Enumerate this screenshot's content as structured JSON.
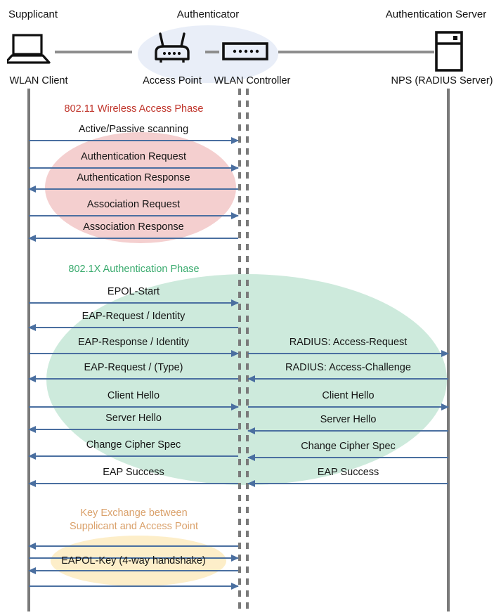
{
  "diagram": {
    "title": "802.1X / WPA2-Enterprise WLAN authentication sequence",
    "colors": {
      "arrow": "#4a6fa0",
      "lifeline": "#7a7a7a",
      "phase_red_fill": "#f4cfcf",
      "phase_green_fill": "#cdeadc",
      "phase_yellow_fill": "#fdeec9",
      "authenticator_fill": "#e9eef8",
      "heading_red": "#c0352b",
      "heading_green": "#3aab6e",
      "heading_orange": "#daa16b"
    }
  },
  "actors": {
    "supplicant": {
      "role": "Supplicant",
      "device": "WLAN Client",
      "icon": "laptop-icon"
    },
    "authenticator": {
      "role": "Authenticator"
    },
    "access_point": {
      "device": "Access Point",
      "icon": "wireless-router-icon"
    },
    "wlan_controller": {
      "device": "WLAN Controller",
      "icon": "network-switch-icon"
    },
    "auth_server": {
      "role": "Authentication Server",
      "device": "NPS (RADIUS Server)",
      "icon": "server-rack-icon"
    }
  },
  "phases": [
    {
      "id": "wireless-access",
      "heading": "802.11 Wireless Access Phase"
    },
    {
      "id": "dot1x-auth",
      "heading": "802.1X Authentication Phase"
    },
    {
      "id": "key-exchange",
      "heading_line1": "Key Exchange between",
      "heading_line2": "Supplicant and Access Point"
    }
  ],
  "messages": {
    "left_segment": [
      {
        "label": "Active/Passive scanning",
        "direction": "right",
        "phase": "wireless-access"
      },
      {
        "label": "Authentication Request",
        "direction": "right",
        "phase": "wireless-access"
      },
      {
        "label": "Authentication Response",
        "direction": "left",
        "phase": "wireless-access"
      },
      {
        "label": "Association Request",
        "direction": "right",
        "phase": "wireless-access"
      },
      {
        "label": "Association Response",
        "direction": "left",
        "phase": "wireless-access"
      },
      {
        "label": "EPOL-Start",
        "direction": "right",
        "phase": "dot1x-auth"
      },
      {
        "label": "EAP-Request / Identity",
        "direction": "left",
        "phase": "dot1x-auth"
      },
      {
        "label": "EAP-Response / Identity",
        "direction": "right",
        "phase": "dot1x-auth"
      },
      {
        "label": "EAP-Request / (Type)",
        "direction": "left",
        "phase": "dot1x-auth"
      },
      {
        "label": "Client Hello",
        "direction": "right",
        "phase": "dot1x-auth"
      },
      {
        "label": "Server Hello",
        "direction": "left",
        "phase": "dot1x-auth"
      },
      {
        "label": "Change Cipher Spec",
        "direction": "left",
        "phase": "dot1x-auth"
      },
      {
        "label": "EAP Success",
        "direction": "left",
        "phase": "dot1x-auth"
      },
      {
        "label": "",
        "direction": "left",
        "phase": "key-exchange"
      },
      {
        "label": "",
        "direction": "right",
        "phase": "key-exchange"
      },
      {
        "label": "EAPOL-Key (4-way handshake)",
        "direction": "left",
        "phase": "key-exchange"
      },
      {
        "label": "",
        "direction": "right",
        "phase": "key-exchange"
      }
    ],
    "right_segment": [
      {
        "label": "RADIUS: Access-Request",
        "direction": "right",
        "phase": "dot1x-auth"
      },
      {
        "label": "RADIUS: Access-Challenge",
        "direction": "left",
        "phase": "dot1x-auth"
      },
      {
        "label": "Client Hello",
        "direction": "right",
        "phase": "dot1x-auth"
      },
      {
        "label": "Server Hello",
        "direction": "left",
        "phase": "dot1x-auth"
      },
      {
        "label": "Change Cipher Spec",
        "direction": "left",
        "phase": "dot1x-auth"
      },
      {
        "label": "EAP Success",
        "direction": "left",
        "phase": "dot1x-auth"
      }
    ]
  }
}
